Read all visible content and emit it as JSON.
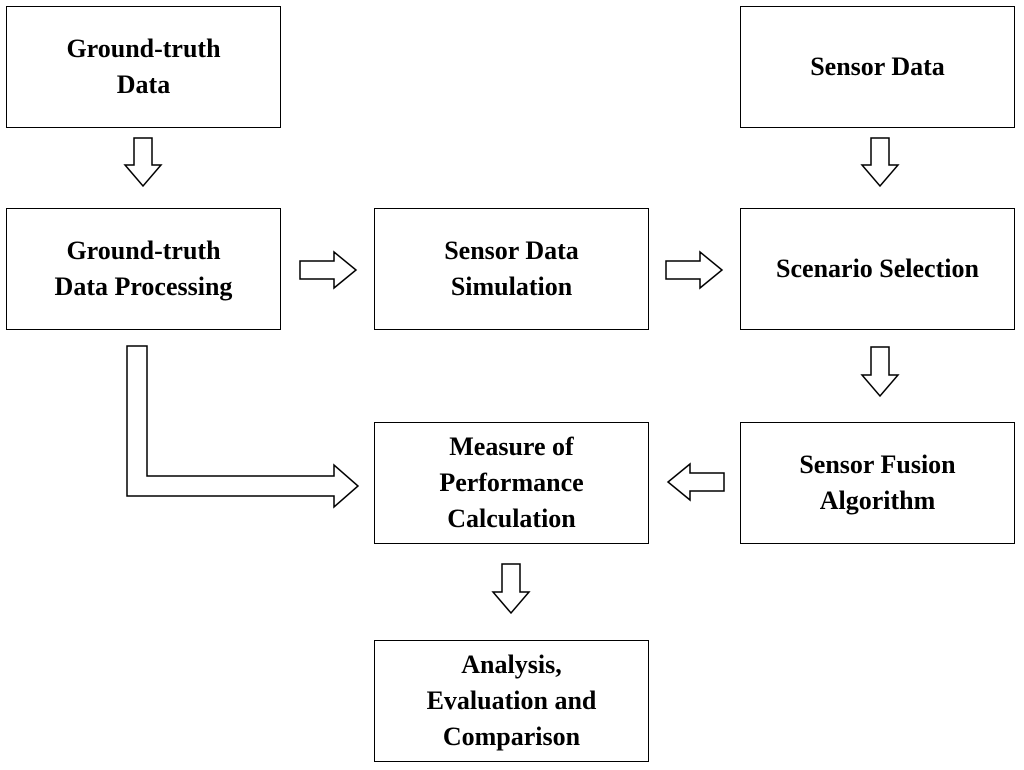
{
  "nodes": {
    "ground_truth_data": "Ground-truth\nData",
    "sensor_data": "Sensor Data",
    "ground_truth_processing": "Ground-truth\nData Processing",
    "sensor_data_simulation": "Sensor Data\nSimulation",
    "scenario_selection": "Scenario Selection",
    "measure_of_performance": "Measure of\nPerformance\nCalculation",
    "sensor_fusion_algorithm": "Sensor Fusion\nAlgorithm",
    "analysis_evaluation": "Analysis,\nEvaluation and\nComparison"
  },
  "edges": [
    {
      "from": "ground_truth_data",
      "to": "ground_truth_processing",
      "direction": "down"
    },
    {
      "from": "sensor_data",
      "to": "scenario_selection",
      "direction": "down"
    },
    {
      "from": "ground_truth_processing",
      "to": "sensor_data_simulation",
      "direction": "right"
    },
    {
      "from": "sensor_data_simulation",
      "to": "scenario_selection",
      "direction": "right"
    },
    {
      "from": "scenario_selection",
      "to": "sensor_fusion_algorithm",
      "direction": "down"
    },
    {
      "from": "sensor_fusion_algorithm",
      "to": "measure_of_performance",
      "direction": "left"
    },
    {
      "from": "ground_truth_processing",
      "to": "measure_of_performance",
      "direction": "down-then-right"
    },
    {
      "from": "measure_of_performance",
      "to": "analysis_evaluation",
      "direction": "down"
    }
  ]
}
